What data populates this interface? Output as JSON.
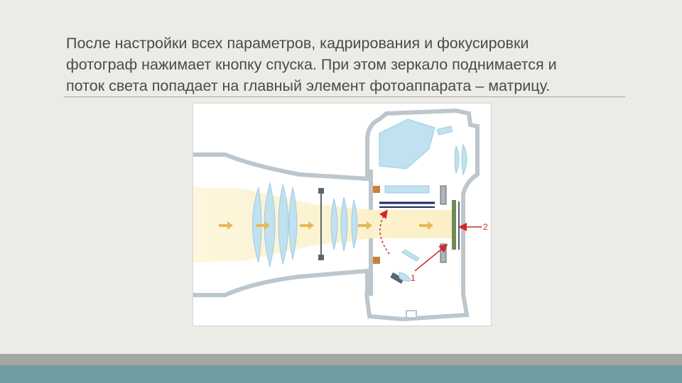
{
  "slide": {
    "text_lines": [
      "После настройки всех параметров, кадрирования и фокусировки",
      "фотограф нажимает кнопку спуска. При этом зеркало поднимается и",
      "поток света попадает на главный элемент фотоаппарата – матрицу."
    ]
  },
  "figure": {
    "callouts": [
      {
        "label": "1"
      },
      {
        "label": "2"
      }
    ]
  },
  "colors": {
    "background": "#ecebe6",
    "text": "#4a4a4a",
    "light_beam": "#fbefc6",
    "glass": "#bfe1f0",
    "callout": "#cc2a2a",
    "footer_light": "#a7a7a2",
    "footer_dark": "#6f9ca2"
  }
}
